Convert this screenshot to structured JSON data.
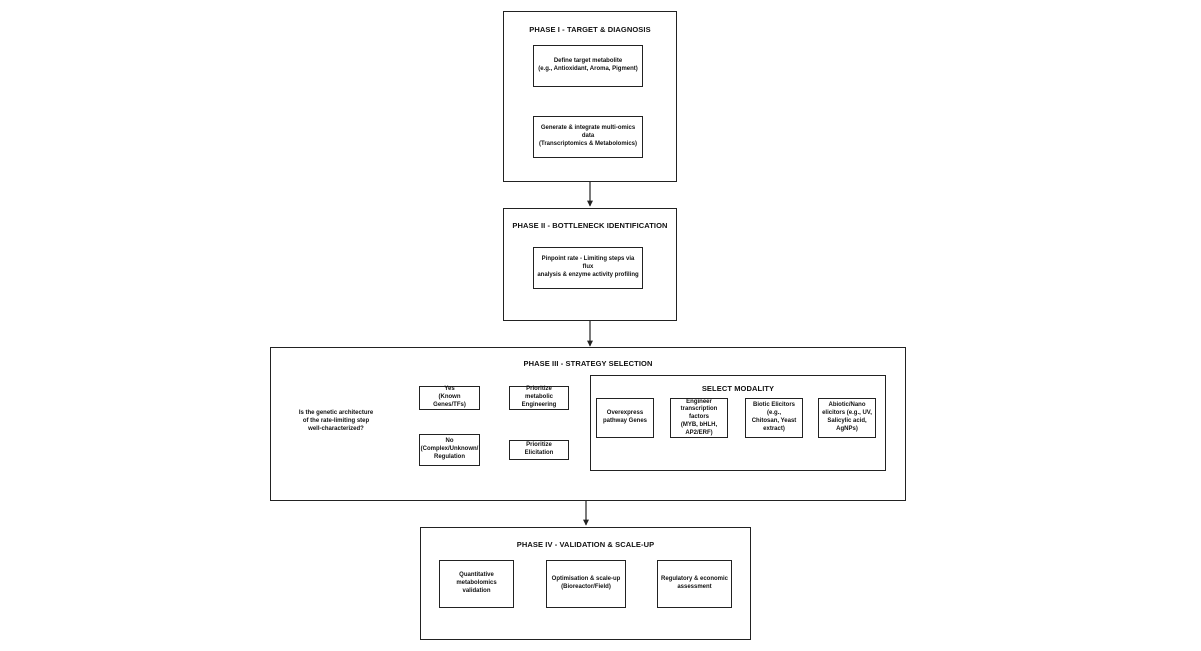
{
  "phase1": {
    "title": "PHASE I - TARGET & DIAGNOSIS",
    "step1_line1": "Define target metabolite",
    "step1_line2": "(e.g., Antioxidant, Aroma, Pigment)",
    "step2_line1": "Generate & integrate multi-omics data",
    "step2_line2": "(Transcriptomics & Metabolomics)"
  },
  "phase2": {
    "title": "PHASE II - BOTTLENECK IDENTIFICATION",
    "step_line1": "Pinpoint rate - Limiting steps via flux",
    "step_line2": "analysis & enzyme activity profiling"
  },
  "phase3": {
    "title": "PHASE III - STRATEGY SELECTION",
    "decision_line1": "Is the genetic architecture",
    "decision_line2": "of the rate-limiting step",
    "decision_line3": "well-characterized?",
    "yes_line1": "Yes",
    "yes_line2": "(Known Genes/TFs)",
    "no_line1": "No",
    "no_line2": "(Complex/Unknown/",
    "no_line3": "Regulation",
    "metabolic_line1": "Prioritize metabolic",
    "metabolic_line2": "Engineering",
    "elicitation": "Prioritize Elicitation",
    "modality_title": "SELECT MODALITY",
    "modalities": [
      [
        "Overexpress",
        "pathway Genes"
      ],
      [
        "Engineer",
        "transcription factors",
        "(MYB, bHLH,",
        "AP2/ERF)"
      ],
      [
        "Biotic Elicitors (e.g.,",
        "Chitosan, Yeast",
        "extract)"
      ],
      [
        "Abiotic/Nano",
        "elicitors (e.g., UV,",
        "Salicylic acid,",
        "AgNPs)"
      ]
    ]
  },
  "phase4": {
    "title": "PHASE IV - VALIDATION & SCALE-UP",
    "step1_line1": "Quantitative",
    "step1_line2": "metabolomics validation",
    "step2_line1": "Optimisation & scale-up",
    "step2_line2": "(Bioreactor/Field)",
    "step3_line1": "Regulatory & economic",
    "step3_line2": "assessment"
  }
}
